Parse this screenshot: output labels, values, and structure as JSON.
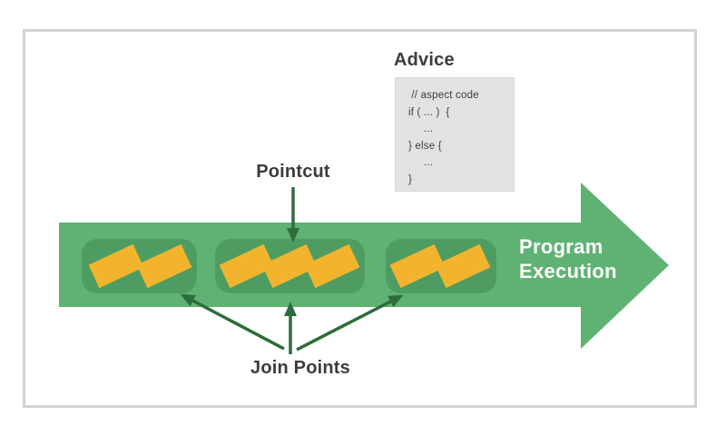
{
  "advice": {
    "title": "Advice",
    "code_lines": [
      " // aspect code",
      "if ( ... )  {",
      "     ...",
      "} else {",
      "     ...",
      "}"
    ]
  },
  "pointcut": {
    "label": "Pointcut"
  },
  "join_points": {
    "label": "Join Points"
  },
  "program_execution": {
    "line1": "Program",
    "line2": "Execution"
  },
  "groups": [
    {
      "name": "group-1",
      "join_point_count": 2
    },
    {
      "name": "group-2",
      "join_point_count": 3
    },
    {
      "name": "group-3",
      "join_point_count": 2
    }
  ],
  "colors": {
    "arrow_green": "#5fb274",
    "group_green": "#4f9c62",
    "join_point_yellow": "#f2b42c",
    "connector_green": "#2e6b3d",
    "text_dark": "#3c3c3c",
    "program_text": "#ffffff",
    "code_box_bg": "#e2e2e2",
    "code_box_border": "#d8d8d8",
    "frame_border": "#d2d2d2",
    "background": "#ffffff"
  }
}
